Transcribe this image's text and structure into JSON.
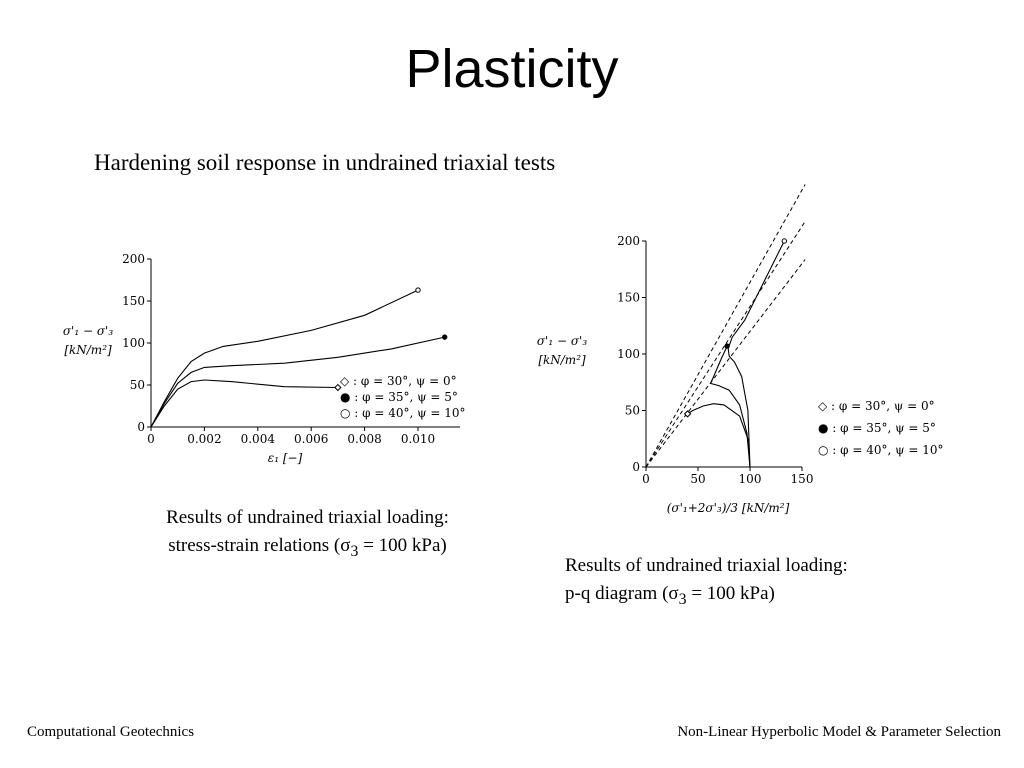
{
  "slide": {
    "title": "Plasticity",
    "subtitle": "Hardening soil response in undrained triaxial tests",
    "caption_left": {
      "line1": "Results of undrained triaxial loading:",
      "line2_pre": "stress-strain relations (σ",
      "sub": "3",
      "line2_post": " = 100 kPa)"
    },
    "caption_right": {
      "line1": "Results of undrained triaxial loading:",
      "line2_pre": "p-q diagram (σ",
      "sub": "3",
      "line2_post": " = 100 kPa)"
    },
    "footer_left": "Computational Geotechnics",
    "footer_right": "Non-Linear Hyperbolic Model & Parameter Selection"
  },
  "chart_data": [
    {
      "type": "line",
      "title": "",
      "xlabel": "ε₁ [−]",
      "ylabel": "σ'₁ − σ'₃",
      "ylabel2": "[kN/m²]",
      "xlim": [
        0,
        0.0115
      ],
      "ylim": [
        0,
        200
      ],
      "xticks": [
        "0",
        "0.002",
        "0.004",
        "0.006",
        "0.008",
        "0.010"
      ],
      "xtick_values": [
        0,
        0.002,
        0.004,
        0.006,
        0.008,
        0.01
      ],
      "yticks": [
        "0",
        "50",
        "100",
        "150",
        "200"
      ],
      "ytick_values": [
        0,
        50,
        100,
        150,
        200
      ],
      "legend_position": "bottom-right",
      "series": [
        {
          "name": "◇ : φ = 30°, ψ = 0°",
          "marker": "diamond",
          "x": [
            0,
            0.0005,
            0.001,
            0.0015,
            0.002,
            0.003,
            0.005,
            0.007
          ],
          "y": [
            0,
            25,
            45,
            54,
            56,
            54,
            48,
            47
          ]
        },
        {
          "name": "● : φ = 35°, ψ = 5°",
          "marker": "filled",
          "x": [
            0,
            0.0005,
            0.001,
            0.0015,
            0.002,
            0.003,
            0.005,
            0.007,
            0.009,
            0.011
          ],
          "y": [
            0,
            28,
            52,
            65,
            71,
            73,
            76,
            83,
            93,
            107
          ]
        },
        {
          "name": "○ : φ = 40°, ψ = 10°",
          "marker": "open",
          "x": [
            0,
            0.0005,
            0.001,
            0.0015,
            0.002,
            0.0027,
            0.004,
            0.006,
            0.008,
            0.01
          ],
          "y": [
            0,
            30,
            58,
            78,
            88,
            96,
            102,
            115,
            133,
            163
          ]
        }
      ]
    },
    {
      "type": "line",
      "title": "",
      "xlabel": "(σ'₁+2σ'₃)/3 [kN/m²]",
      "ylabel": "σ'₁ − σ'₃",
      "ylabel2": "[kN/m²]",
      "xlim": [
        0,
        150
      ],
      "ylim": [
        0,
        200
      ],
      "xticks": [
        "0",
        "50",
        "100",
        "150"
      ],
      "xtick_values": [
        0,
        50,
        100,
        150
      ],
      "yticks": [
        "0",
        "50",
        "100",
        "150",
        "200"
      ],
      "ytick_values": [
        0,
        50,
        100,
        150,
        200
      ],
      "legend_position": "right",
      "failure_lines": [
        {
          "slope": 1.64
        },
        {
          "slope": 1.42
        },
        {
          "slope": 1.2
        }
      ],
      "series": [
        {
          "name": "◇ : φ = 30°, ψ = 0°",
          "marker": "diamond",
          "x": [
            100,
            98,
            90,
            75,
            65,
            55,
            45,
            40
          ],
          "y": [
            0,
            25,
            45,
            55,
            56,
            54,
            50,
            47
          ]
        },
        {
          "name": "● : φ = 35°, ψ = 5°",
          "marker": "filled",
          "x": [
            100,
            97,
            90,
            80,
            70,
            62,
            65,
            72,
            78
          ],
          "y": [
            0,
            30,
            55,
            68,
            72,
            74,
            80,
            95,
            107
          ]
        },
        {
          "name": "○ : φ = 40°, ψ = 10°",
          "marker": "open",
          "x": [
            100,
            98,
            92,
            85,
            80,
            79,
            83,
            95,
            133
          ],
          "y": [
            0,
            50,
            80,
            93,
            98,
            105,
            115,
            130,
            200
          ]
        }
      ]
    }
  ]
}
